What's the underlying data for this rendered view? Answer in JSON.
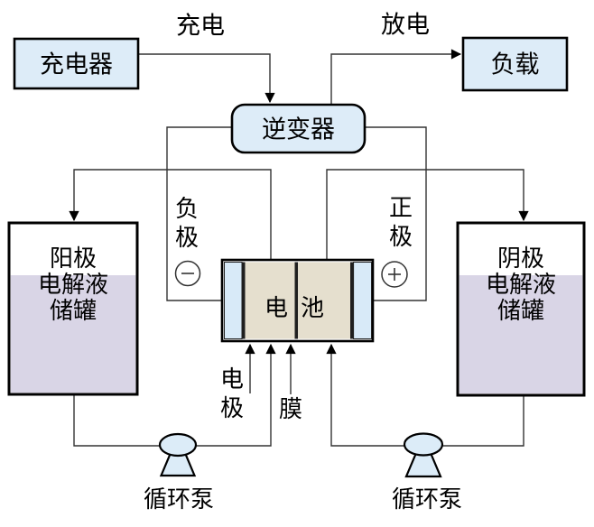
{
  "labels": {
    "charge": "充电",
    "discharge": "放电",
    "charger": "充电器",
    "load": "负载",
    "inverter": "逆变器",
    "anode_tank": [
      "阳极",
      "电解液",
      "储罐"
    ],
    "cathode_tank": [
      "阴极",
      "电解液",
      "储罐"
    ],
    "negative_electrode": [
      "负",
      "极"
    ],
    "positive_electrode": [
      "正",
      "极"
    ],
    "cell": [
      "电",
      "池"
    ],
    "electrode_pointer": [
      "电",
      "极"
    ],
    "membrane_pointer": "膜",
    "pump_left": "循环泵",
    "pump_right": "循环泵"
  },
  "icons": {
    "negative_terminal": "minus-in-circle",
    "positive_terminal": "plus-in-circle",
    "pump_left": "pump-symbol",
    "pump_right": "pump-symbol",
    "arrowhead": "solid-triangle"
  },
  "colors": {
    "background": "#ffffff",
    "box_fill": "#ddecf8",
    "tank_body": "#ffffff",
    "tank_liquid": "#d9d5e6",
    "cell_body": "#ffffff",
    "cell_compartment": "#e5dfce",
    "cell_end_plate": "#d8eaf8",
    "pump_fill": "#dcecf8",
    "line": "#333333",
    "border": "#000000"
  }
}
